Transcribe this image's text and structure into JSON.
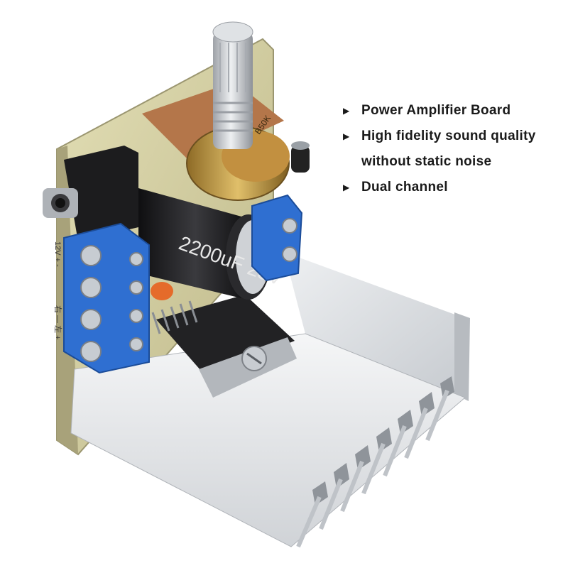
{
  "features": [
    {
      "icon": "triangle-right-icon",
      "text": "Power Amplifier Board"
    },
    {
      "icon": "triangle-right-icon",
      "text": "High fidelity sound quality\nwithout static noise"
    },
    {
      "icon": "triangle-right-icon",
      "text": "Dual channel"
    }
  ],
  "product": {
    "potentiometer_code": "B50K",
    "capacitor_marking": "2200uF 25V",
    "terminal_label_power": "12V + -",
    "terminal_label_channel": "右 — 左 +",
    "colors": {
      "pcb": "#d8d3a6",
      "terminal_blue": "#2f6fd1",
      "heatsink": "#d4d7db",
      "capacitor": "#1c1c1e",
      "pot_body": "#c59a3a",
      "knob": "#c9ccd1"
    }
  }
}
